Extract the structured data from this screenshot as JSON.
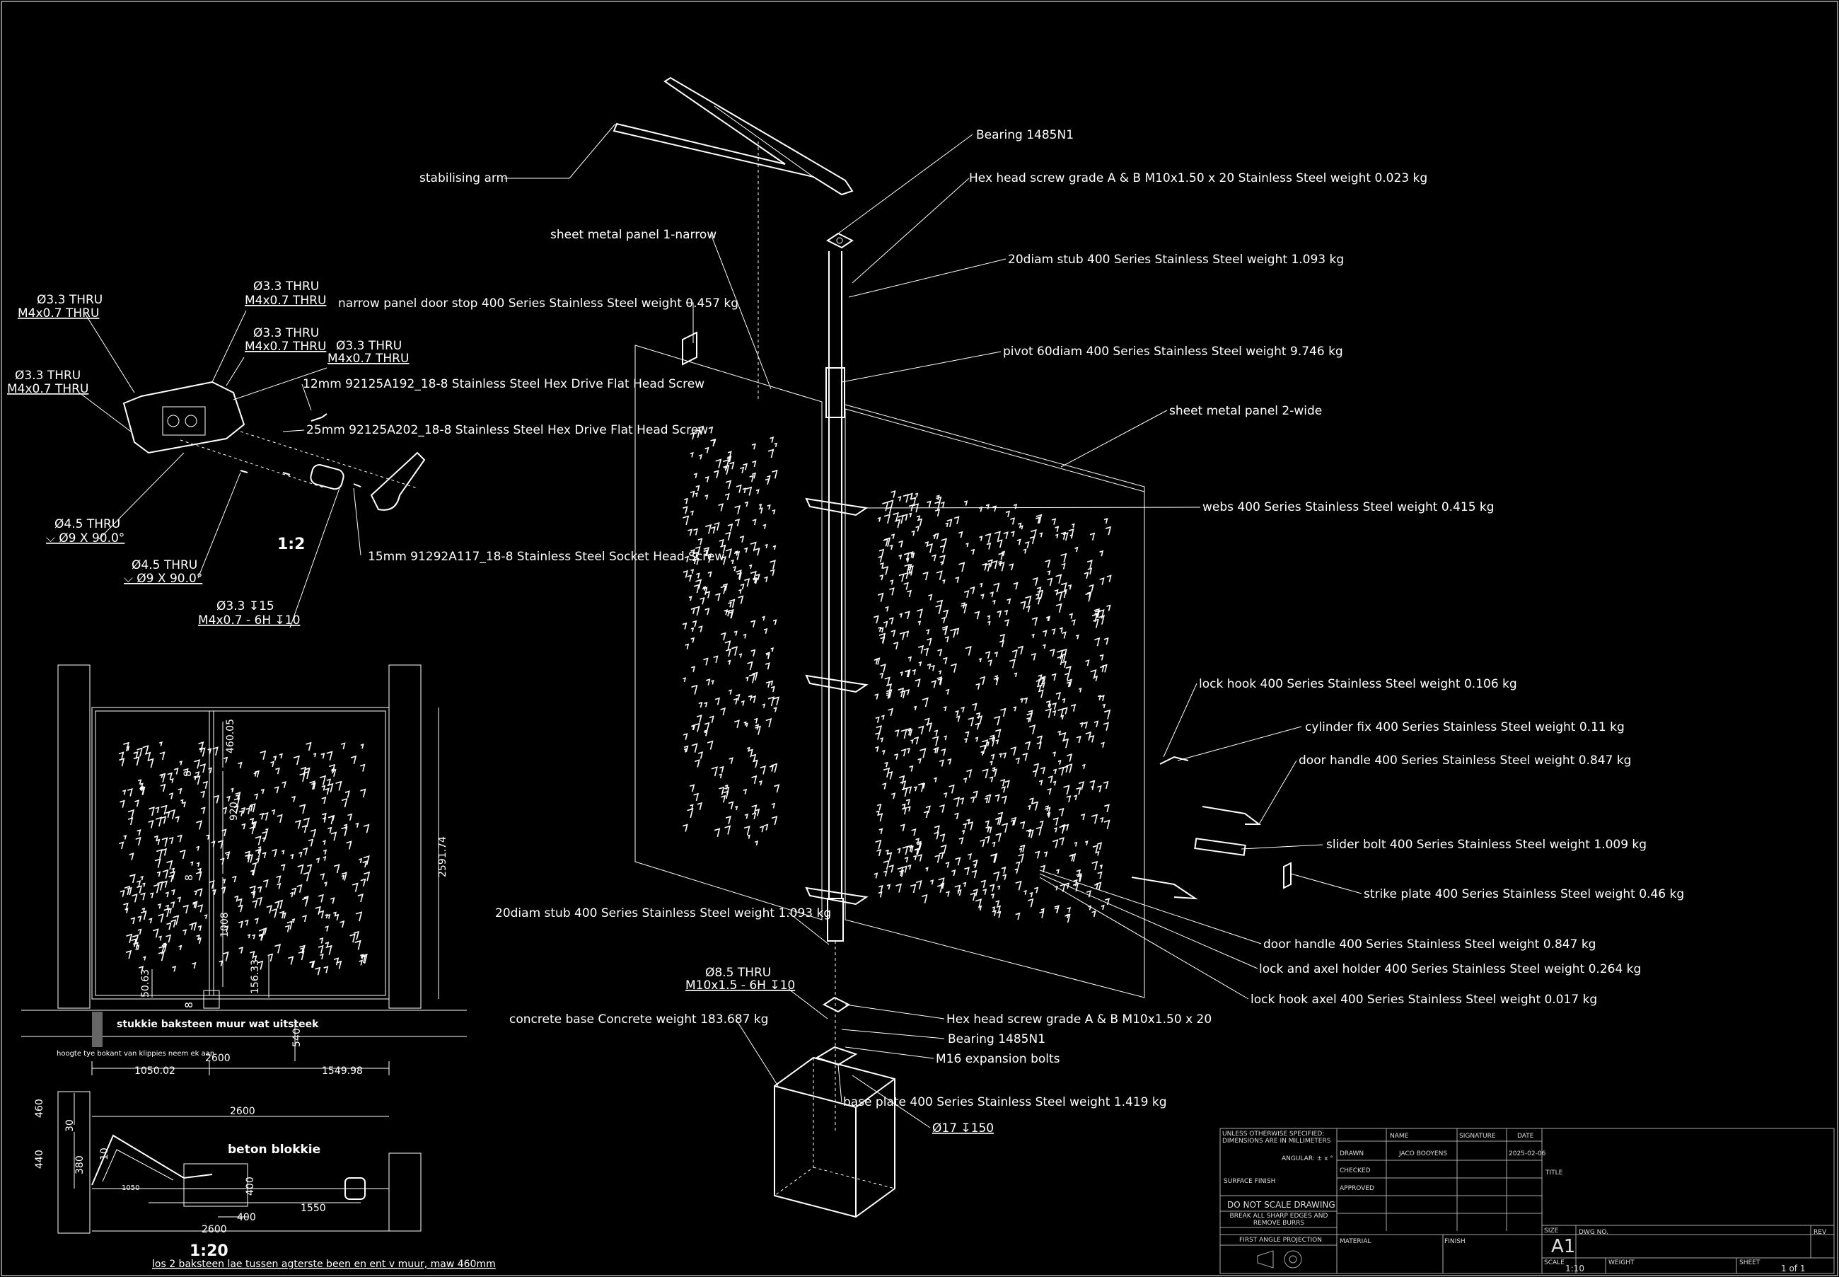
{
  "callouts": {
    "stabilising_arm": "stabilising arm",
    "bearing_top": "Bearing 1485N1",
    "hex_screw_top": "Hex head screw grade A & B M10x1.50 x 20  Stainless Steel weight  0.023 kg",
    "sheet_panel_narrow": "sheet metal panel 1-narrow",
    "stub_top": "20diam stub  400 Series Stainless Steel weight  1.093 kg",
    "door_stop": "narrow panel door stop  400 Series Stainless Steel weight  0.457 kg",
    "pivot": "pivot 60diam  400 Series Stainless Steel weight  9.746 kg",
    "sheet_panel_wide": "sheet metal panel 2-wide",
    "webs": "webs  400 Series Stainless Steel weight  0.415 kg",
    "lock_hook": "lock hook  400 Series Stainless Steel weight  0.106 kg",
    "cylinder_fix": "cylinder fix  400 Series Stainless Steel weight  0.11 kg",
    "door_handle_top": "door handle  400 Series Stainless Steel weight  0.847 kg",
    "slider_bolt": "slider bolt  400 Series Stainless Steel weight  1.009 kg",
    "strike_plate": "strike plate  400 Series Stainless Steel weight  0.46 kg",
    "door_handle_bottom": "door handle  400 Series Stainless Steel weight  0.847 kg",
    "lock_axel_holder": "lock and axel holder  400 Series Stainless Steel weight  0.264 kg",
    "lock_hook_axel": "lock hook axel  400 Series Stainless Steel weight  0.017 kg",
    "stub_bottom": "20diam stub  400 Series Stainless Steel weight  1.093 kg",
    "thru_85_a": "Ø8.5 THRU",
    "thru_85_b": "M10x1.5 - 6H ↧10",
    "concrete_base": "concrete base  Concrete weight  183.687 kg",
    "hex_screw_bottom": "Hex head screw grade A & B M10x1.50 x 20",
    "bearing_bottom": "Bearing 1485N1",
    "expansion_bolts": "M16 expansion bolts",
    "base_plate": "base plate  400 Series Stainless Steel weight  1.419 kg",
    "hole_17": "Ø17 ↧150"
  },
  "detail": {
    "h1a": "Ø3.3 THRU",
    "h1b": "M4x0.7 THRU",
    "h2a": "Ø3.3 THRU",
    "h2b": "M4x0.7 THRU",
    "h3a": "Ø3.3 THRU",
    "h3b": "M4x0.7 THRU",
    "h4a": "Ø3.3 THRU",
    "h4b": "M4x0.7 THRU",
    "h5a": "Ø3.3 THRU",
    "h5b": "M4x0.7 THRU",
    "screw12": "12mm  92125A192_18-8 Stainless Steel Hex Drive Flat Head Screw",
    "screw25": "25mm  92125A202_18-8 Stainless Steel Hex Drive Flat Head Screw",
    "screw15": "15mm 91292A117_18-8 Stainless Steel Socket Head Screw",
    "c1a": "Ø4.5 THRU",
    "c1b": "⌵ Ø9 X 90.0°",
    "c2a": "Ø4.5 THRU",
    "c2b": "⌵ Ø9 X 90.0°",
    "d1a": "Ø3.3 ↧15",
    "d1b": "M4x0.7 - 6H ↧10",
    "scale": "1:2"
  },
  "elevation": {
    "dims": [
      "460.05",
      "920",
      "1008",
      "50.63",
      "156.33",
      "2591.74",
      "8",
      "8",
      "8"
    ],
    "note1": "stukkie baksteen muur wat uitsteek",
    "note2": "hoogte tye bokant van klippies neem ek aan",
    "w_total": "2600",
    "w_left": "1050.02",
    "w_right": "1549.98",
    "h_small": "540"
  },
  "plan": {
    "beton": "beton blokkie",
    "top": "2600",
    "bottom": "2600",
    "d460": "460",
    "d440": "440",
    "d30": "30",
    "d380": "380",
    "d10": "10",
    "d1050": "1050",
    "d1550": "1550",
    "d400a": "400",
    "d400b": "400",
    "scale": "1:20",
    "note": "los 2 baksteen lae tussen agterste been en ent v muur, maw 460mm"
  },
  "titleblock": {
    "general": "UNLESS OTHERWISE SPECIFIED: DIMENSIONS ARE IN MILLIMETERS",
    "angular": "ANGULAR: ± x °",
    "surface": "SURFACE FINISH",
    "dns": "DO NOT SCALE DRAWING",
    "burrs": "BREAK ALL SHARP EDGES AND REMOVE BURRS",
    "projection": "FIRST ANGLE PROJECTION",
    "name_h": "NAME",
    "sig_h": "SIGNATURE",
    "date_h": "DATE",
    "drawn": "DRAWN",
    "checked": "CHECKED",
    "approved": "APPROVED",
    "drawn_name": "JACO BOOYENS",
    "drawn_date": "2025-02-06",
    "material": "MATERIAL",
    "finish": "FINISH",
    "title": "TITLE",
    "size_h": "SIZE",
    "size": "A1",
    "dwg_h": "DWG NO.",
    "rev_h": "REV",
    "scale_h": "SCALE",
    "scale": "1:10",
    "weight_h": "WEIGHT",
    "sheet_h": "SHEET",
    "sheet": "1 of 1"
  }
}
